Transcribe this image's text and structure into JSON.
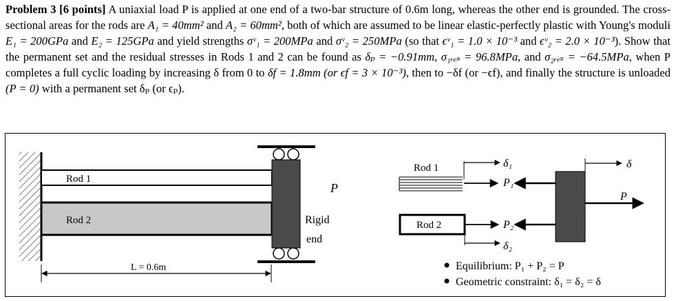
{
  "problem": {
    "label": "Problem 3 [6 points]",
    "intro": "A uniaxial load P is applied at one end of a two-bar structure of 0.6m long, whereas the other end is grounded. The cross-sectional areas for the rods are",
    "A1": "A₁ = 40mm²",
    "A2": "A₂ = 60mm²",
    "text2": ", both of which are assumed to be linear elastic-perfectly plastic with Young's moduli",
    "E1": "E₁ = 200GPa",
    "E2": "E₂ = 125GPa",
    "text3": "and yield strengths",
    "sY1": "σᵛ₁ = 200MPa",
    "sY2": "σᵛ₂ = 250MPa",
    "so_that": "(so that",
    "eY1": "ϵᵛ₁ = 1.0 × 10⁻³",
    "eY2": "ϵᵛ₂ = 2.0 × 10⁻³",
    "text4": "). Show that the permanent set and the residual stresses in Rods 1 and 2 can be found as",
    "dp": "δₚ = −0.91mm",
    "s1res": "σ₁ᵣₑₛ = 96.8MPa",
    "s2res": "σ₂ᵣₑₛ = −64.5MPa",
    "text5": ", when P completes a full cyclic loading by increasing δ from 0 to",
    "df": "δf = 1.8mm",
    "ef": "(or ϵf = 3 × 10⁻³)",
    "text6": ", then to −δf (or −ϵf), and finally the structure is unloaded",
    "P0": "(P = 0)",
    "text7": "with a permanent set δₚ (or ϵₚ)."
  },
  "figure": {
    "rod1_label": "Rod 1",
    "rod2_label": "Rod 2",
    "load_label": "P",
    "rigid_label_1": "Rigid",
    "rigid_label_2": "end",
    "length_label": "L = 0.6m",
    "fbd_rod1_label": "Rod 1",
    "fbd_rod2_label": "Rod 2",
    "fbd_delta1": "δ₁",
    "fbd_P1": "P₁",
    "fbd_P2": "P₂",
    "fbd_delta2": "δ₂",
    "fbd_delta": "δ",
    "fbd_P": "P",
    "bullet_equilibrium": "Equilibrium: P₁ + P₂ = P",
    "bullet_geometric": "Geometric constraint: δ₁ = δ₂ = δ"
  }
}
